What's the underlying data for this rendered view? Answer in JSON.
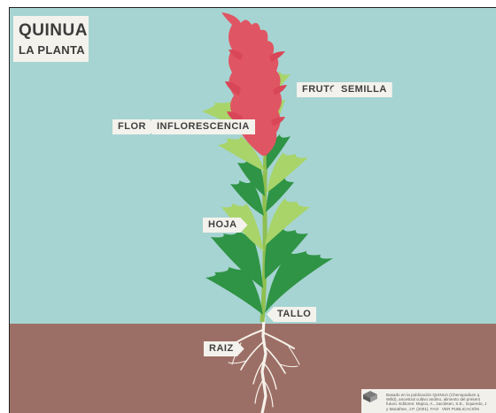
{
  "title": {
    "main": "QUINUA",
    "sub": "LA PLANTA"
  },
  "labels": {
    "fruto": "FRUTO",
    "semilla": "SEMILLA",
    "flor": "FLOR",
    "inflorescencia": "INFLORESCENCIA",
    "hoja": "HOJA",
    "tallo": "TALLO",
    "raiz": "RAIZ"
  },
  "caption": {
    "text": "Basado en la publicación QUINUA (Chenopodium q\nWilld), ancestral cultivo andino, alimento del present\nfuturo. Editores: Mujica, A., Jacobsen, S.E., Izquierdo, J\ny Marathee, J.P. (2001). FAO   VER PUBLICACIÓN",
    "icon": "book-icon"
  },
  "colors": {
    "sky": "#a6d4d2",
    "soil": "#9c6f66",
    "inflorescence": "#e05563",
    "leaf_dark": "#2f9445",
    "leaf_light": "#a8d46a",
    "stem": "#8fbf50",
    "root": "#f6f2ea",
    "label_bg": "#f4f2ec"
  }
}
